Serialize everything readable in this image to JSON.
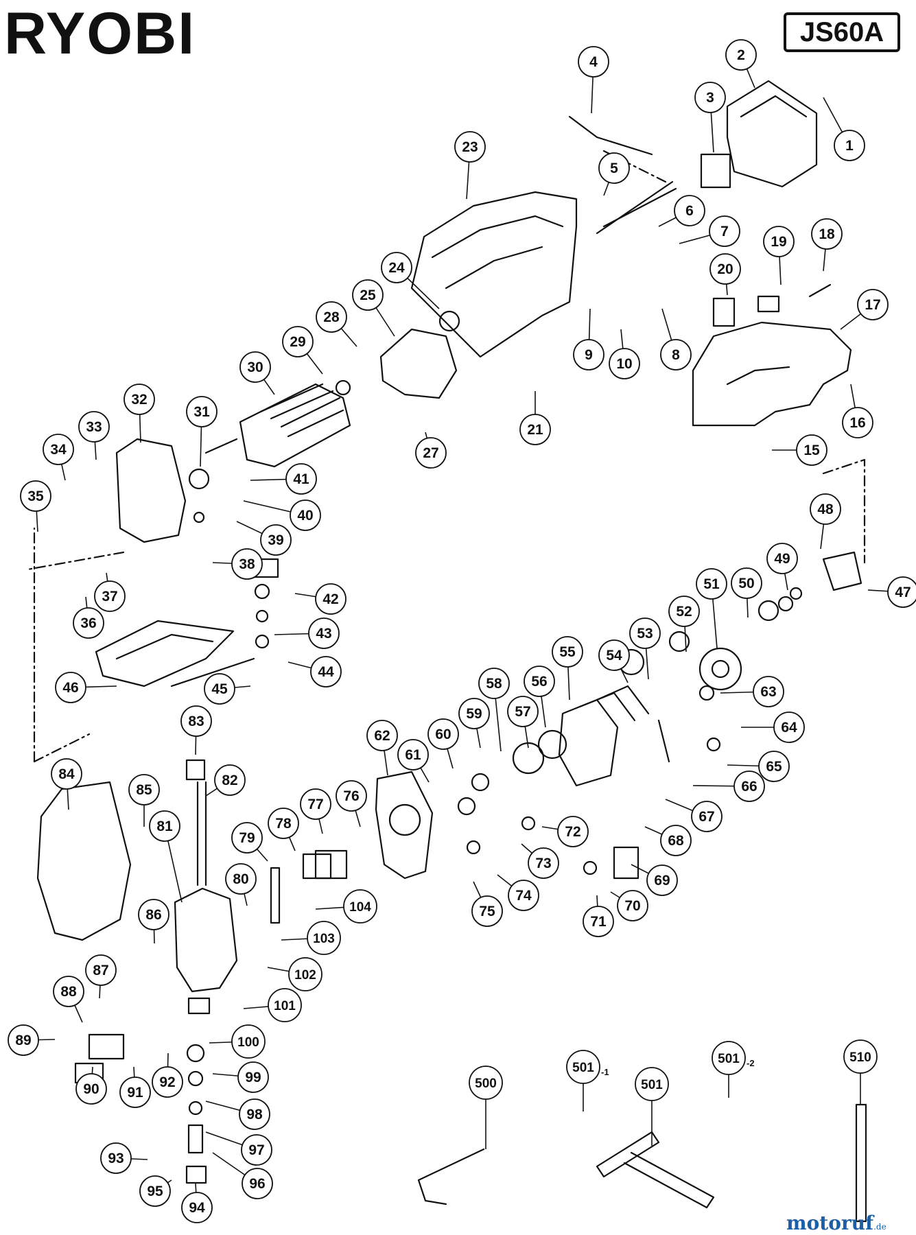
{
  "header": {
    "brand": "RYOBI",
    "model": "JS60A"
  },
  "footer": {
    "watermark": "motoruf",
    "watermark_suffix": ".de"
  },
  "colors": {
    "ink": "#111111",
    "watermark": "#1a5fa8"
  },
  "callouts": [
    "1",
    "2",
    "3",
    "4",
    "5",
    "6",
    "7",
    "8",
    "9",
    "10",
    "15",
    "16",
    "17",
    "18",
    "19",
    "20",
    "21",
    "23",
    "24",
    "25",
    "27",
    "28",
    "29",
    "30",
    "31",
    "32",
    "33",
    "34",
    "35",
    "36",
    "37",
    "38",
    "39",
    "40",
    "41",
    "42",
    "43",
    "44",
    "45",
    "46",
    "47",
    "48",
    "49",
    "50",
    "51",
    "52",
    "53",
    "54",
    "55",
    "56",
    "57",
    "58",
    "59",
    "60",
    "61",
    "62",
    "63",
    "64",
    "65",
    "66",
    "67",
    "68",
    "69",
    "70",
    "71",
    "72",
    "73",
    "74",
    "75",
    "76",
    "77",
    "78",
    "79",
    "80",
    "81",
    "82",
    "83",
    "84",
    "85",
    "86",
    "87",
    "88",
    "89",
    "90",
    "91",
    "92",
    "93",
    "94",
    "95",
    "96",
    "97",
    "98",
    "99",
    "100",
    "101",
    "102",
    "103",
    "104",
    "500",
    "501",
    "510"
  ],
  "sub_labels": {
    "501_1": {
      "base": "501",
      "sub": "-1"
    },
    "501_2": {
      "base": "501",
      "sub": "-2"
    }
  }
}
